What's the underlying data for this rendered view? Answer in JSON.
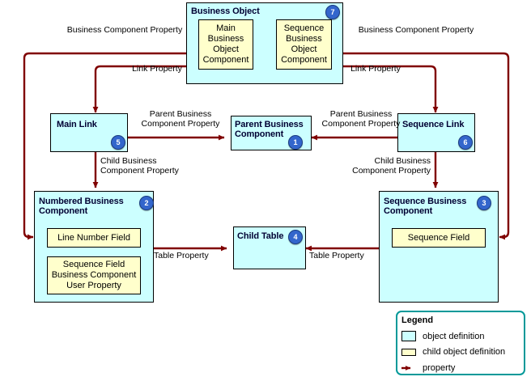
{
  "diagram": {
    "title": "Business Object / Business Component property diagram",
    "colors": {
      "object_fill": "#ccffff",
      "child_fill": "#ffffcc",
      "property_line": "#800000",
      "badge": "#3366cc",
      "legend_border": "#009999",
      "box_border": "#000000",
      "title_text": "#000033"
    }
  },
  "nodes": {
    "business_object": {
      "title": "Business Object",
      "badge": "7"
    },
    "main_business_object_component": {
      "label": "Main\nBusiness\nObject\nComponent"
    },
    "sequence_business_object_component": {
      "label": "Sequence\nBusiness\nObject\nComponent"
    },
    "main_link": {
      "title": "Main Link",
      "badge": "5"
    },
    "parent_business_component": {
      "title": "Parent Business\nComponent",
      "badge": "1"
    },
    "sequence_link": {
      "title": "Sequence Link",
      "badge": "6"
    },
    "numbered_business_component": {
      "title": "Numbered Business\nComponent",
      "badge": "2"
    },
    "line_number_field": {
      "label": "Line Number Field"
    },
    "sequence_field_bc_user_property": {
      "label": "Sequence Field\nBusiness Component\nUser Property"
    },
    "child_table": {
      "title": "Child Table",
      "badge": "4"
    },
    "sequence_business_component": {
      "title": "Sequence Business\nComponent",
      "badge": "3"
    },
    "sequence_field": {
      "label": "Sequence Field"
    }
  },
  "edge_labels": {
    "bo_to_numbered_left": "Business Component Property",
    "bo_to_mainlink_left": "Link Property",
    "bo_to_sequence_right": "Business Component Property",
    "bo_to_seqlink_right": "Link Property",
    "mainlink_to_parent": "Parent Business\nComponent Property",
    "mainlink_to_numbered": "Child Business\nComponent Property",
    "seqlink_to_parent": "Parent Business\nComponent Property",
    "seqlink_to_sequence": "Child Business\nComponent Property",
    "numbered_to_childtable": "Table Property",
    "sequence_to_childtable": "Table Property"
  },
  "legend": {
    "title": "Legend",
    "items": [
      {
        "swatch": "object-definition-swatch",
        "label": "object definition"
      },
      {
        "swatch": "child-object-definition-swatch",
        "label": "child object definition"
      },
      {
        "swatch": "property-arrow-swatch",
        "label": "property"
      }
    ]
  }
}
